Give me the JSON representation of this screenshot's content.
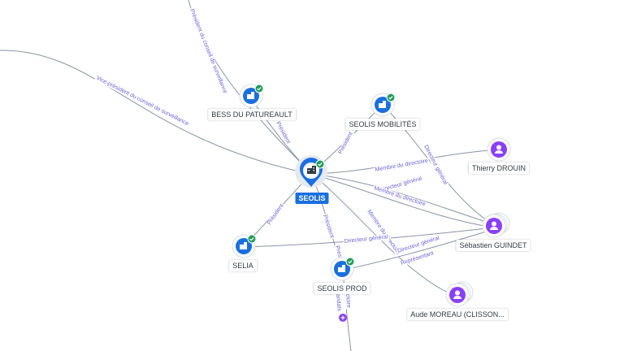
{
  "nodes": {
    "seolis": "SEOLIS",
    "bess": "BESS DU PATUREAULT",
    "mobilites": "SEOLIS MOBILITÉS",
    "selia": "SELIA",
    "prod": "SEOLIS PROD",
    "drouin": "Thierry DROUIN",
    "guindet": "Sébastien GUINDET",
    "moreau": "Aude MOREAU (CLISSON..."
  },
  "edges": {
    "president_conseil_surveillance": "Président du conseil de surveillance",
    "vice_president_conseil_surveillance": "Vice-président du conseil de surveillance",
    "president_bess": "Président",
    "president_mobilites": "Président",
    "president_selia": "Président",
    "president_prod": "Président",
    "pres_prod_cut": "Prés",
    "membre_directoire_drouin": "Membre du directoire",
    "directeur_general_drouin": "Directeur général",
    "directeur_general_guindet": "Directeur général",
    "membre_directoire_guindet": "Membre du directoire",
    "membre_directoire_moreau": "Membre du directoire",
    "directeur_general_selia": "Directeur général",
    "directeur_general_prod": "Directeur général",
    "representant_prod": "Représentant",
    "directoire_cut": "ctoire",
    "mandats_cut": "andats"
  },
  "colors": {
    "company": "#1a6fe0",
    "person": "#8a3ffc",
    "verified": "#1f9d57",
    "edge": "#8a93a6",
    "edge_label": "#6b63d9"
  }
}
